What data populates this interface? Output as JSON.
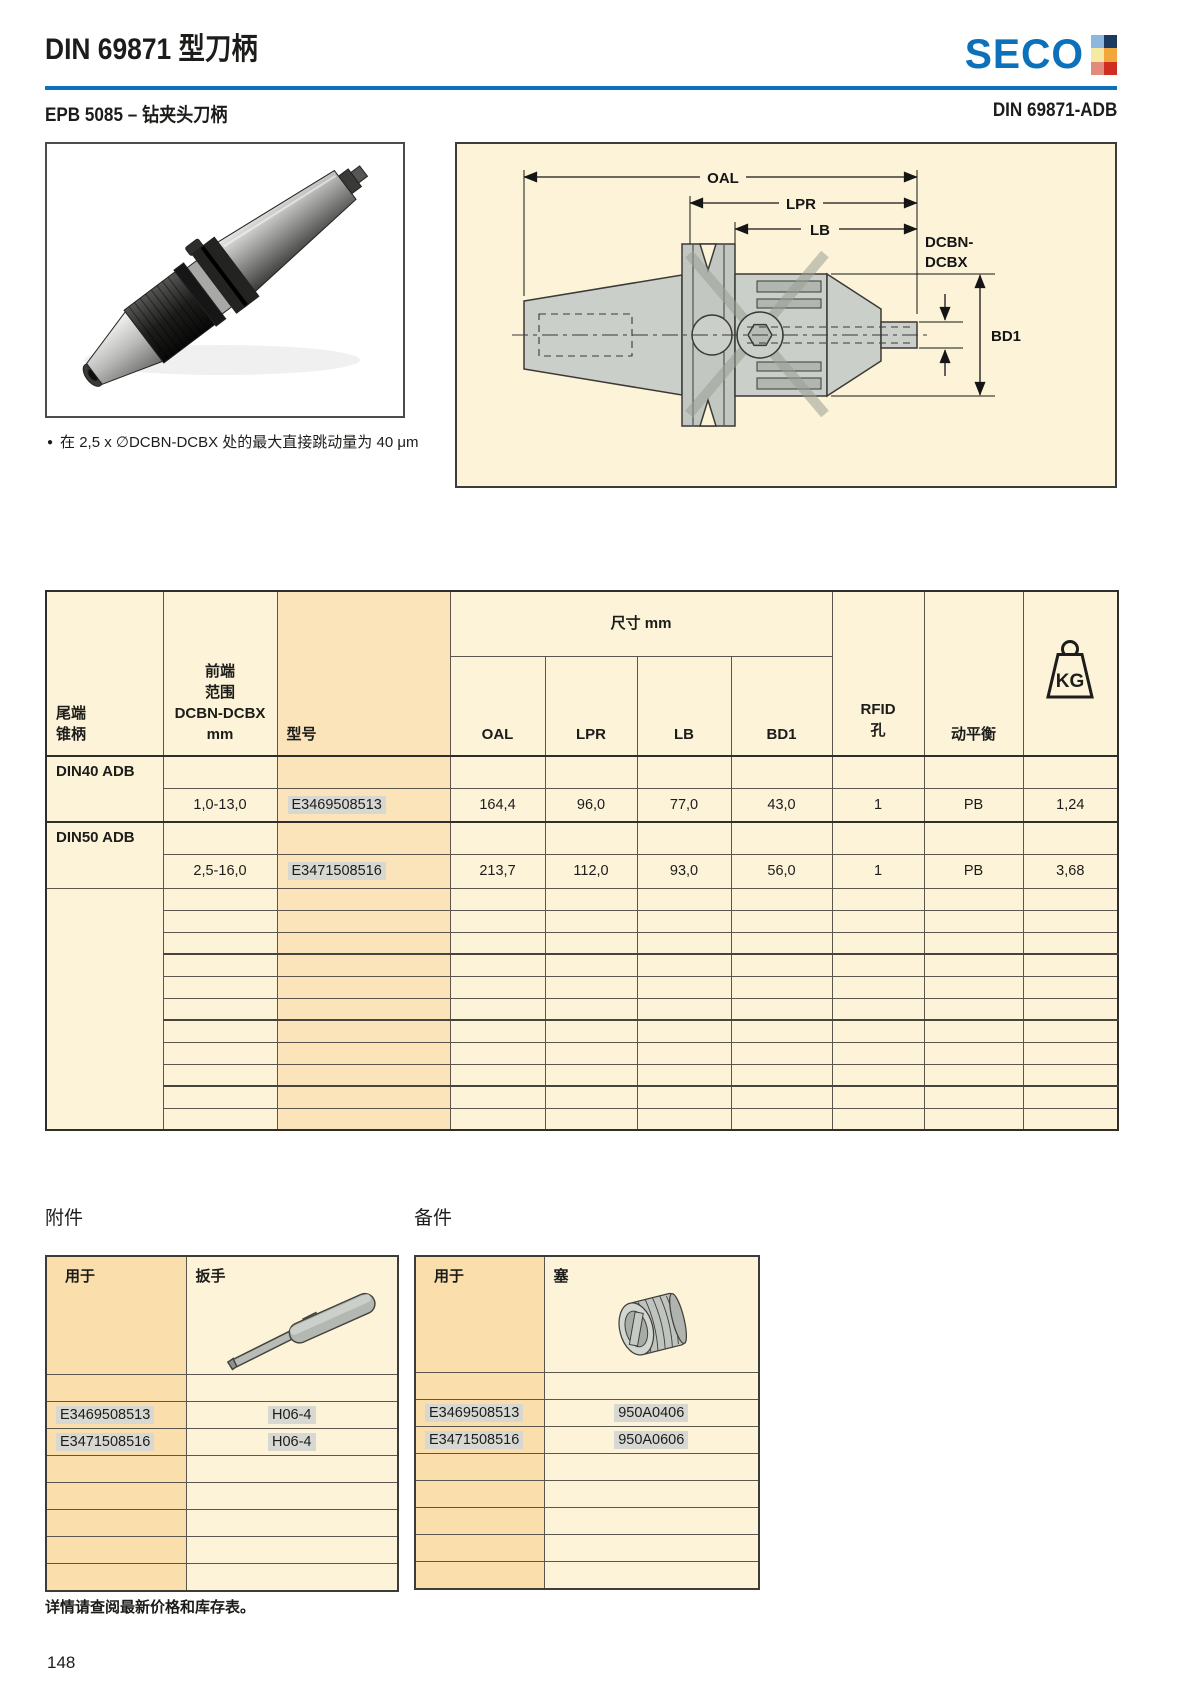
{
  "page": {
    "title": "DIN 69871 型刀柄",
    "subtitle_left": "EPB 5085 – 钻夹头刀柄",
    "subtitle_right": "DIN 69871-ADB",
    "note_bullet": "在 2,5 x ∅DCBN-DCBX 处的最大直接跳动量为 40 μm",
    "footer_note": "详情请查阅最新价格和库存表。",
    "page_number": "148"
  },
  "logo": {
    "text": "SECO",
    "square_colors": [
      "#8db7dc",
      "#1a3a5f",
      "#f6e9a2",
      "#f2a73d",
      "#e28b7c",
      "#cf2d22"
    ]
  },
  "colors": {
    "accent_blue": "#0c71ba",
    "table_cream": "#fcf3d8",
    "table_orange_model": "#fbe3ba",
    "table_orange_dark": "#fadfad",
    "badge_gray": "#d8d8d3",
    "border_dark": "#3a3a36"
  },
  "diagram": {
    "labels": {
      "oal": "OAL",
      "lpr": "LPR",
      "lb": "LB",
      "dcbn_line1": "DCBN-",
      "dcbn_line2": "DCBX",
      "bd1": "BD1"
    }
  },
  "main_table": {
    "header": {
      "tail_line1": "尾端",
      "tail_line2": "锥柄",
      "range_lines": [
        "前端",
        "范围",
        "DCBN-DCBX",
        "mm"
      ],
      "model": "型号",
      "dims_group": "尺寸 mm",
      "dims": [
        "OAL",
        "LPR",
        "LB",
        "BD1"
      ],
      "rfid_line1": "RFID",
      "rfid_line2": "孔",
      "balance": "动平衡",
      "weight_icon_label": "KG"
    },
    "groups": [
      {
        "name": "DIN40 ADB",
        "rows": [
          {
            "range": "1,0-13,0",
            "model": "E3469508513",
            "oal": "164,4",
            "lpr": "96,0",
            "lb": "77,0",
            "bd1": "43,0",
            "rfid": "1",
            "balance": "PB",
            "weight": "1,24"
          }
        ]
      },
      {
        "name": "DIN50 ADB",
        "rows": [
          {
            "range": "2,5-16,0",
            "model": "E3471508516",
            "oal": "213,7",
            "lpr": "112,0",
            "lb": "93,0",
            "bd1": "56,0",
            "rfid": "1",
            "balance": "PB",
            "weight": "3,68"
          }
        ]
      }
    ],
    "empty_row_count": 11
  },
  "accessories": {
    "heading": "附件",
    "col_for": "用于",
    "col_item": "扳手",
    "rows": [
      {
        "for": "E3469508513",
        "item": "H06-4"
      },
      {
        "for": "E3471508516",
        "item": "H06-4"
      }
    ],
    "leading_empty": 1,
    "trailing_empty": 5
  },
  "spares": {
    "heading": "备件",
    "col_for": "用于",
    "col_item": "塞",
    "rows": [
      {
        "for": "E3469508513",
        "item": "950A0406"
      },
      {
        "for": "E3471508516",
        "item": "950A0606"
      }
    ],
    "leading_empty": 1,
    "trailing_empty": 5
  }
}
